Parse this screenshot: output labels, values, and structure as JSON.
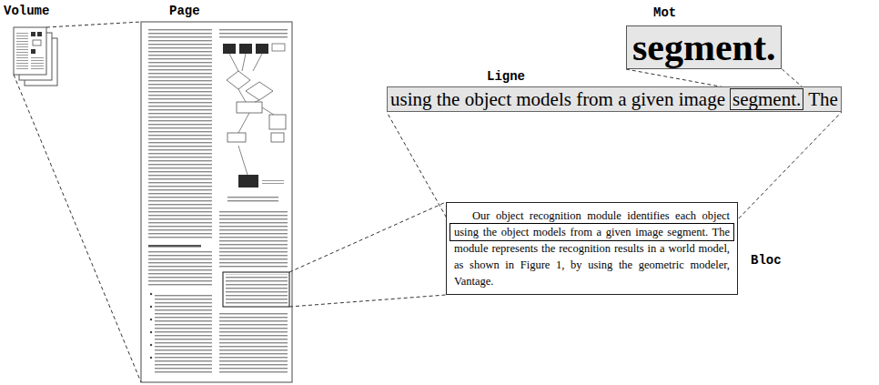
{
  "diagram": {
    "nodes": [
      {
        "text": [
          "Volume"
        ]
      },
      {
        "text": [
          "Page"
        ]
      },
      {
        "text": [
          "Mot",
          "segment."
        ]
      },
      {
        "text": [
          "Ligne",
          "using the object models from a given image",
          "The"
        ]
      },
      {
        "text": [
          "segment."
        ],
        "in": 3
      },
      {
        "text": [
          "Bloc",
          "Our object recognition module identifies each object using the object models from a given image segment. The module represents the recognition results in a world model, as shown in Figure 1, by using the geometric modeler, Vantage."
        ]
      }
    ],
    "edges": [
      {
        "from": 0,
        "to": 1,
        "arrow": "none"
      },
      {
        "from": 1,
        "to": 5,
        "arrow": "none"
      },
      {
        "from": 5,
        "to": 3,
        "arrow": "none"
      },
      {
        "from": 4,
        "to": 2,
        "arrow": "none"
      }
    ]
  }
}
